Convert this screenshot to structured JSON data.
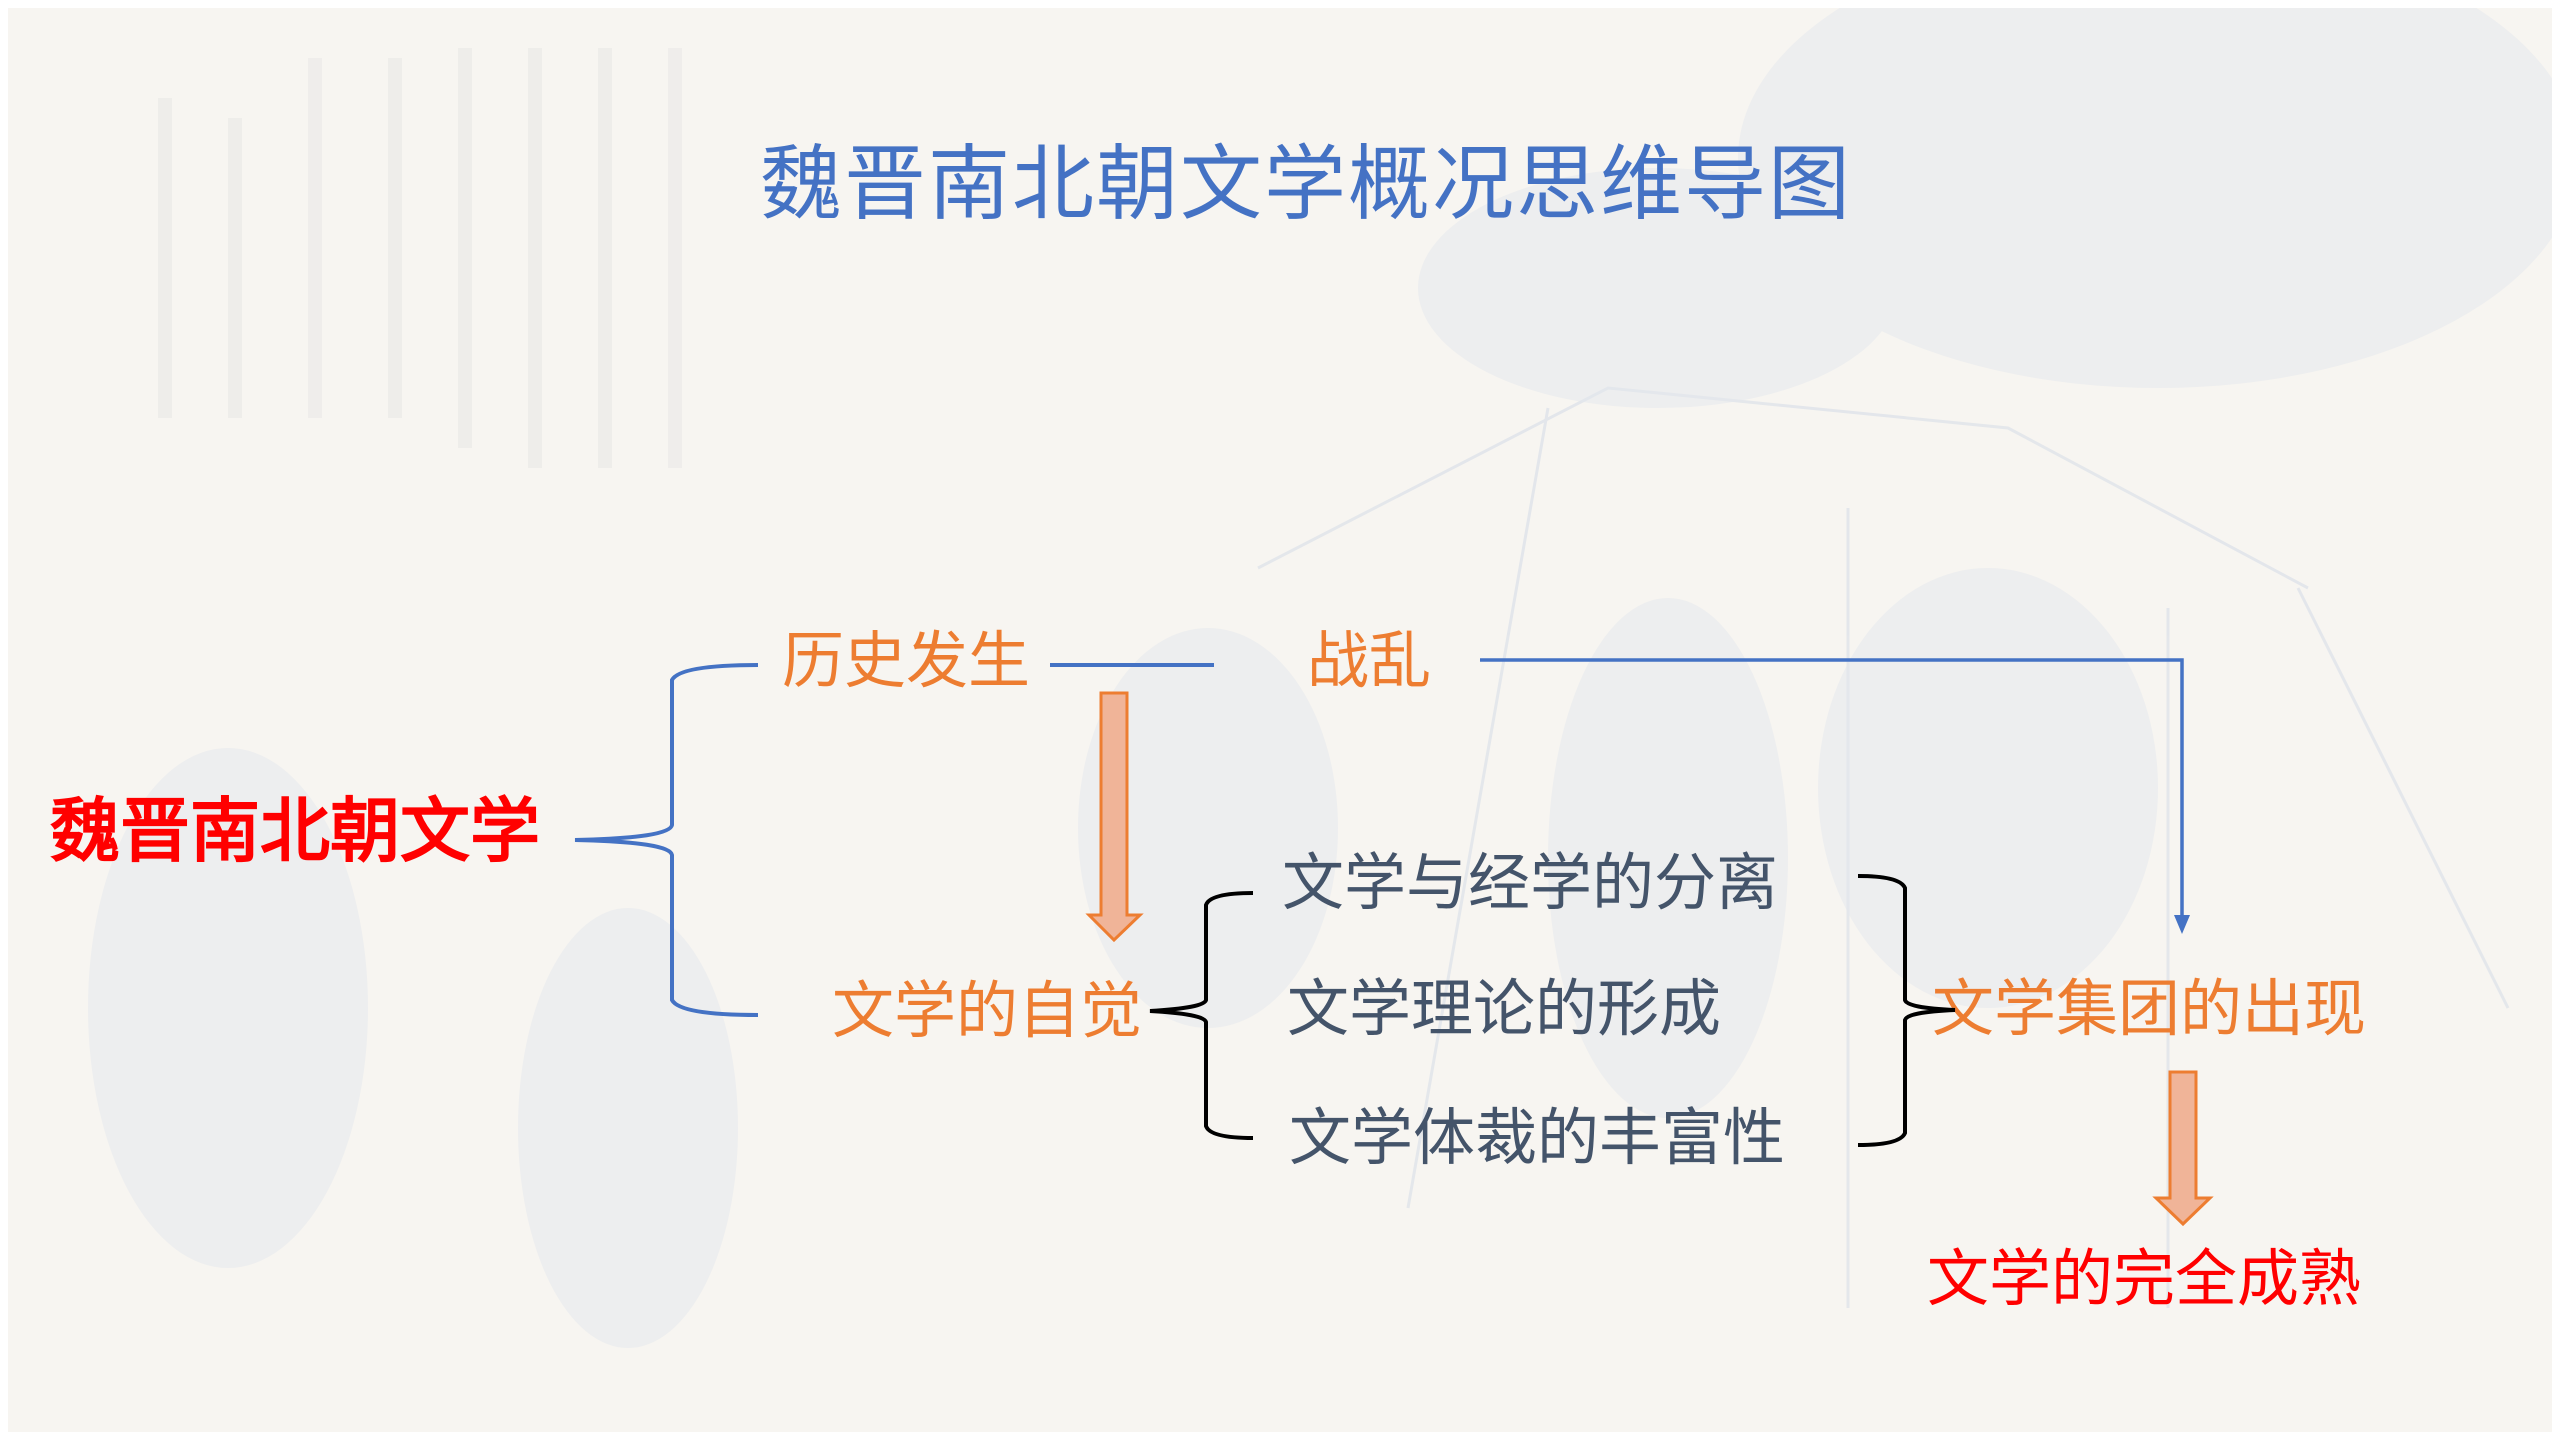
{
  "title": "魏晋南北朝文学概况思维导图",
  "root": "魏晋南北朝文学",
  "branches": {
    "history": "历史发生",
    "war": "战乱",
    "consciousness": "文学的自觉"
  },
  "consciousness_items": [
    "文学与经学的分离",
    "文学理论的形成",
    "文学体裁的丰富性"
  ],
  "result": "文学集团的出现",
  "final": "文学的完全成熟",
  "colors": {
    "title": "#4472c4",
    "root": "#ff0000",
    "branch": "#ed7d31",
    "item": "#44546a",
    "connector_blue": "#4472c4",
    "brace_black": "#000000",
    "arrow_fill": "#f0b498",
    "final": "#ff0000"
  }
}
